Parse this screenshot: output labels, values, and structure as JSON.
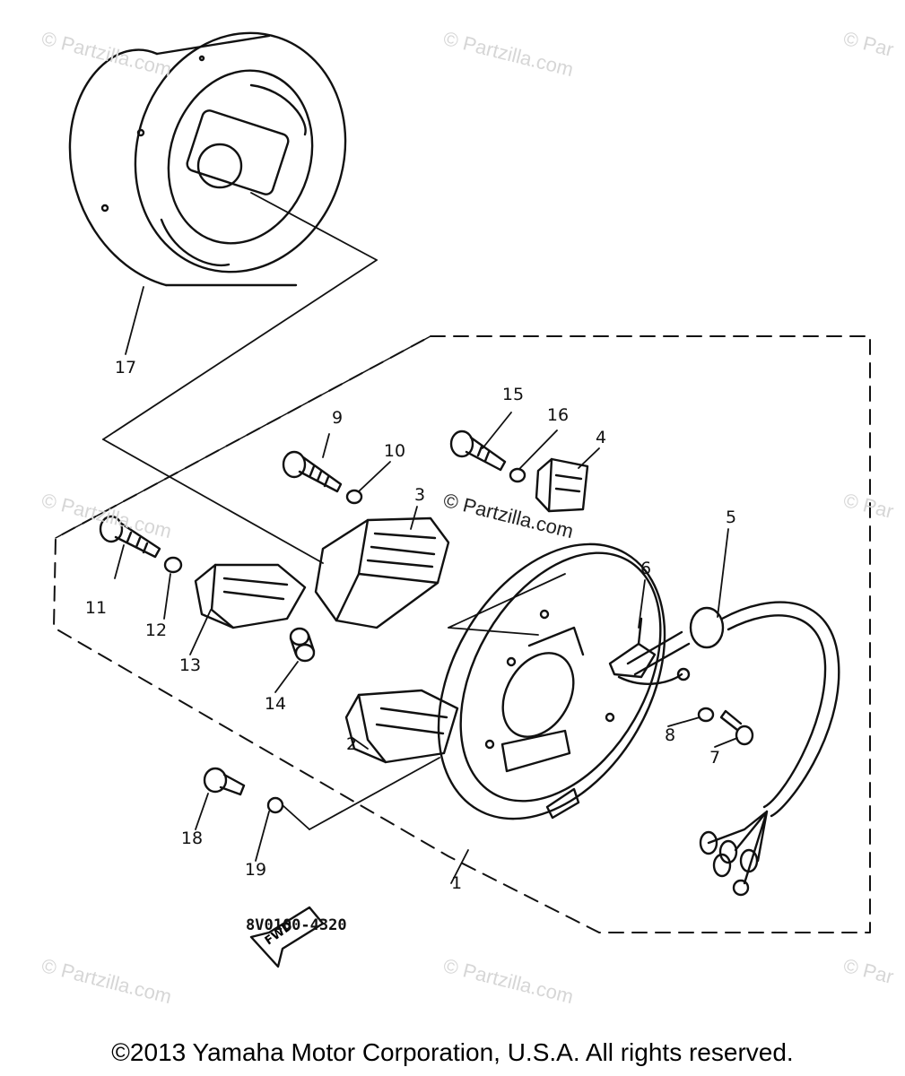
{
  "watermarks": {
    "faint": "© Partzilla.com",
    "faint_cut": "© Par",
    "dark": "© Partzilla.com"
  },
  "callouts": {
    "n1": "1",
    "n2": "2",
    "n3": "3",
    "n4": "4",
    "n5": "5",
    "n6": "6",
    "n7": "7",
    "n8": "8",
    "n9": "9",
    "n10": "10",
    "n11": "11",
    "n12": "12",
    "n13": "13",
    "n14": "14",
    "n15": "15",
    "n16": "16",
    "n17": "17",
    "n18": "18",
    "n19": "19"
  },
  "fwd_label": "FWD",
  "diagram_code": "8V0100-4320",
  "copyright": "©2013 Yamaha Motor Corporation, U.S.A. All rights reserved.",
  "colors": {
    "line": "#111111",
    "watermark": "#d6d6d6"
  }
}
